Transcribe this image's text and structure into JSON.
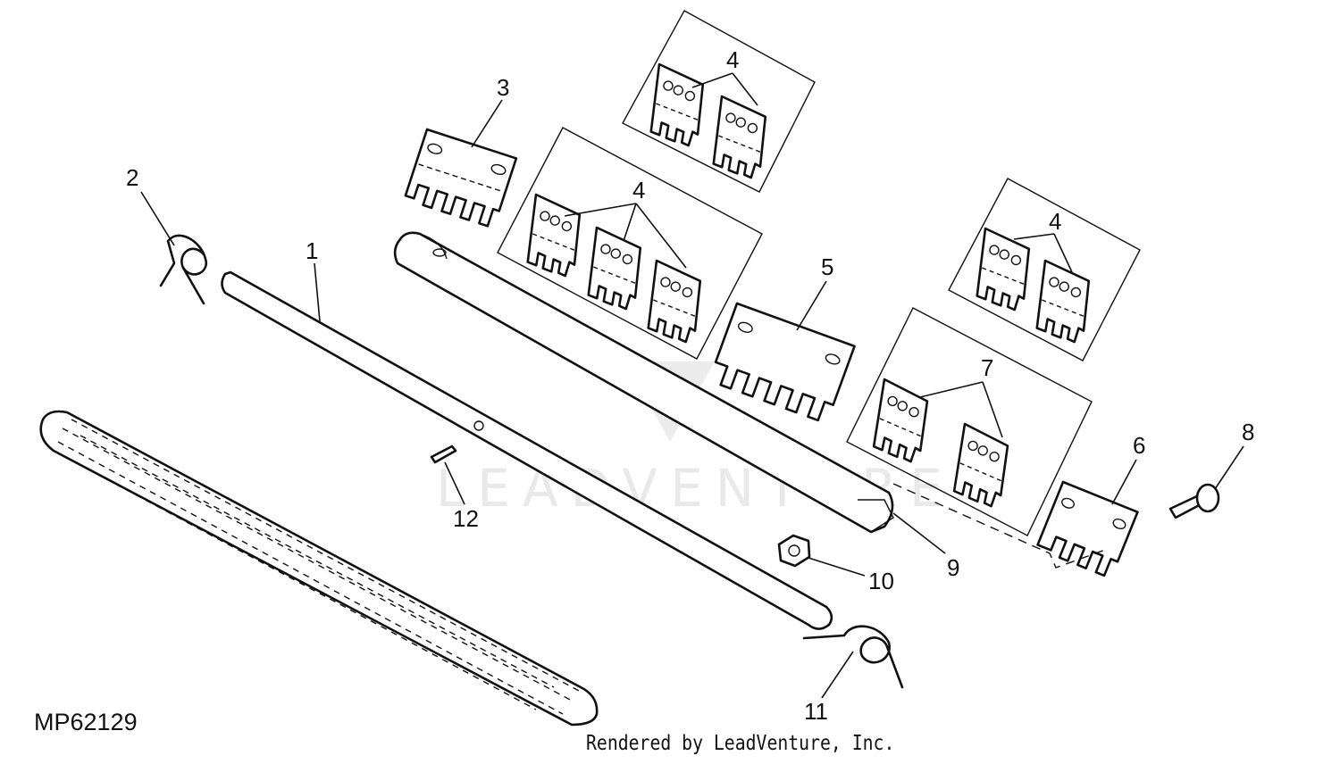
{
  "figure_id": "MP62129",
  "credit": "Rendered by LeadVenture, Inc.",
  "watermark": "LEADVENTURE",
  "callouts": {
    "c1": "1",
    "c2": "2",
    "c3": "3",
    "c4a": "4",
    "c4b": "4",
    "c4c": "4",
    "c5": "5",
    "c6": "6",
    "c7": "7",
    "c8": "8",
    "c9": "9",
    "c10": "10",
    "c11": "11",
    "c12": "12"
  },
  "colors": {
    "ink": "#111111",
    "watermark": "#e9e9e9",
    "background": "#ffffff"
  }
}
